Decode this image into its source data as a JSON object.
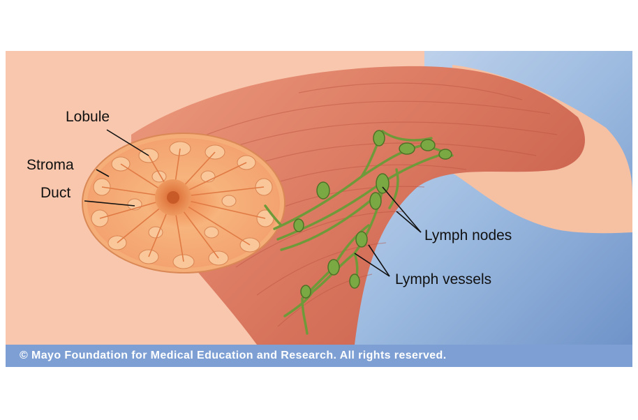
{
  "labels": {
    "lobule": "Lobule",
    "stroma": "Stroma",
    "duct": "Duct",
    "lymph_nodes": "Lymph nodes",
    "lymph_vessels": "Lymph vessels"
  },
  "caption": "© Mayo Foundation for Medical Education and Research.  All rights reserved.",
  "colors": {
    "skin": "#f8c7ad",
    "muscle": "#e0826a",
    "breast_tissue": "#f5a56f",
    "lymph": "#6f9a3a",
    "background_blue": "#9dbbe0",
    "caption_bar": "#7d9fd3"
  }
}
